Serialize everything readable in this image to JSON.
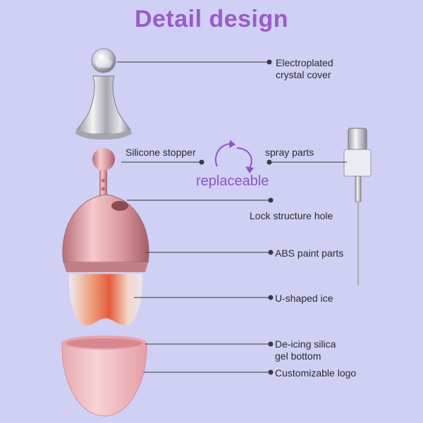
{
  "title": "Detail design",
  "replaceable": "replaceable",
  "labels": {
    "crystal_cover_1": "Electroplated",
    "crystal_cover_2": "crystal cover",
    "silicone_stopper": "Silicone stopper",
    "spray_parts": "spray parts",
    "lock_hole": "Lock structure hole",
    "abs_paint": "ABS paint parts",
    "u_ice": "U-shaped ice",
    "deicing_1": "De-icing silica",
    "deicing_2": "gel bottom",
    "logo": "Customizable logo"
  },
  "colors": {
    "background": "#cfd0f4",
    "accent": "#9a5cc9",
    "pink": "#e8a9ae",
    "silver": "#c9c9cf"
  }
}
